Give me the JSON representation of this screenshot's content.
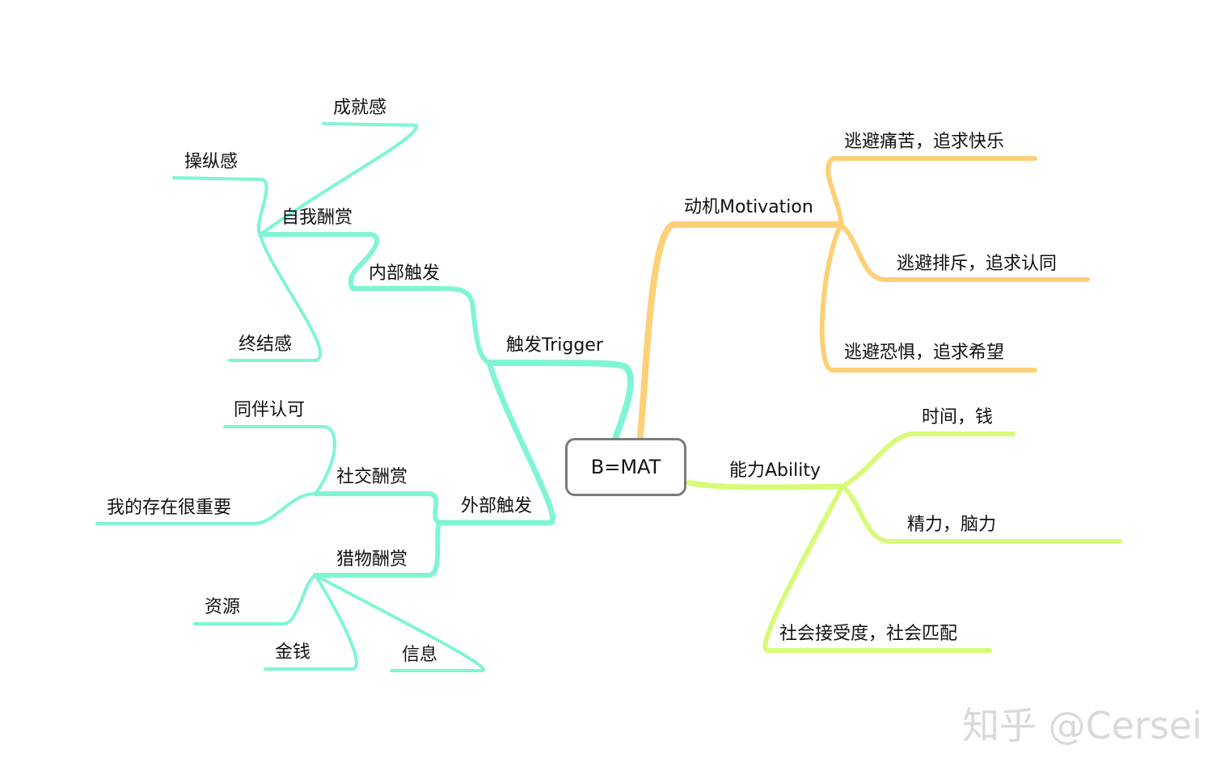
{
  "root": "B=MAT",
  "watermark": "知乎 @Cersei",
  "colors": {
    "trigger": "#7ff5d5",
    "motivation": "#fdd077",
    "ability": "#d8fa7a",
    "root_border": "#7b7b7b"
  },
  "trigger": {
    "label": "触发Trigger",
    "internal": {
      "label": "内部触发",
      "self_reward": {
        "label": "自我酬赏",
        "children": [
          "成就感",
          "操纵感",
          "终结感"
        ]
      }
    },
    "external": {
      "label": "外部触发",
      "social_reward": {
        "label": "社交酬赏",
        "children": [
          "同伴认可",
          "我的存在很重要"
        ]
      },
      "hunt_reward": {
        "label": "猎物酬赏",
        "children": [
          "资源",
          "金钱",
          "信息"
        ]
      }
    }
  },
  "motivation": {
    "label": "动机Motivation",
    "children": [
      "逃避痛苦，追求快乐",
      "逃避排斥，追求认同",
      "逃避恐惧，追求希望"
    ]
  },
  "ability": {
    "label": "能力Ability",
    "children": [
      "时间，钱",
      "精力，脑力",
      "社会接受度，社会匹配"
    ]
  }
}
